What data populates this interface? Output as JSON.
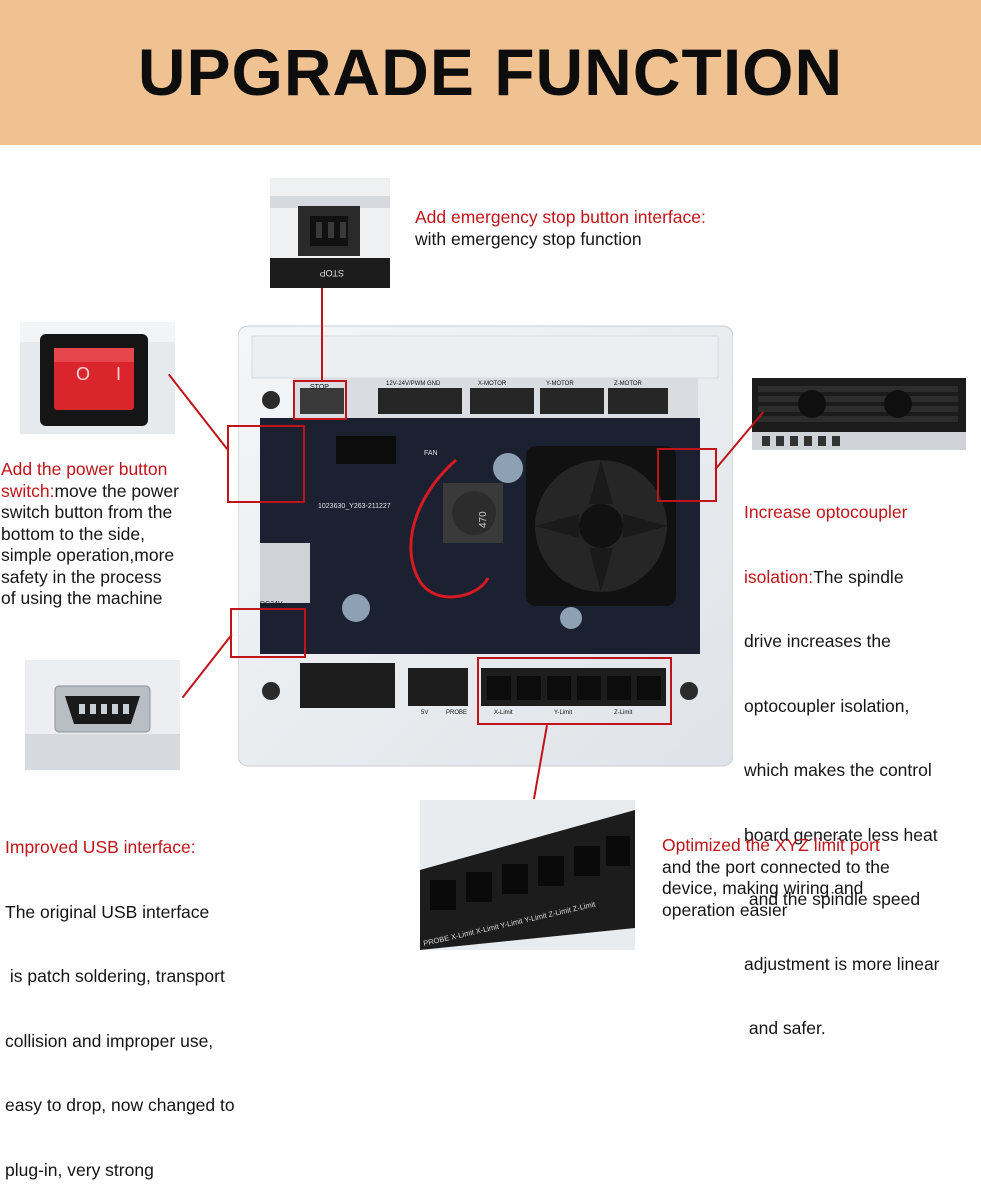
{
  "banner": {
    "title": "UPGRADE FUNCTION"
  },
  "board": {
    "top_labels": [
      "STOP",
      "12V-24V/PWM GND",
      "X-MOTOR",
      "Y-MOTOR",
      "Z-MOTOR"
    ],
    "fan_label": "FAN",
    "chip_code": "1023630_Y263-211227",
    "inductor_code": "470",
    "dc_label": "DC24V",
    "bottom_labels": [
      "5V",
      "PROBE",
      "X-Limit",
      "Y-Limit",
      "Z-Limit"
    ]
  },
  "callouts": {
    "estop": {
      "title": "Add emergency stop button interface:",
      "body": "with emergency stop function"
    },
    "power": {
      "title_1": "Add the power button",
      "title_2": "switch:",
      "line_1_rest": "move the power",
      "lines": [
        "switch button from the",
        "bottom to the side,",
        "simple operation,more",
        "safety in the process",
        "of using the machine"
      ]
    },
    "opto": {
      "title_1": "Increase optocoupler",
      "title_2": "isolation:",
      "line_1_rest": "The spindle",
      "lines": [
        "drive increases the",
        "optocoupler isolation,",
        "which makes the control",
        "board generate less heat",
        " and the spindle speed",
        "adjustment is more linear",
        " and safer."
      ]
    },
    "usb": {
      "title": "Improved USB interface:",
      "lines": [
        "The original USB interface",
        " is patch soldering, transport",
        "collision and improper use,",
        "easy to drop, now changed to",
        "plug-in, very strong"
      ]
    },
    "limit": {
      "title": "Optimized the XYZ limit port",
      "lines": [
        "and the port connected to the",
        "device, making wiring and",
        "operation easier"
      ]
    }
  },
  "inset_labels": {
    "stop": "STOP",
    "switch_symbols": [
      "O",
      "I"
    ],
    "limit_strip": "PROBE X-Limit X-Limit Y-Limit Y-Limit Z-Limit Z-Limit"
  },
  "colors": {
    "banner": "#f0c292",
    "accent_red": "#c0141a",
    "board": "#1b2130",
    "text": "#151515"
  }
}
